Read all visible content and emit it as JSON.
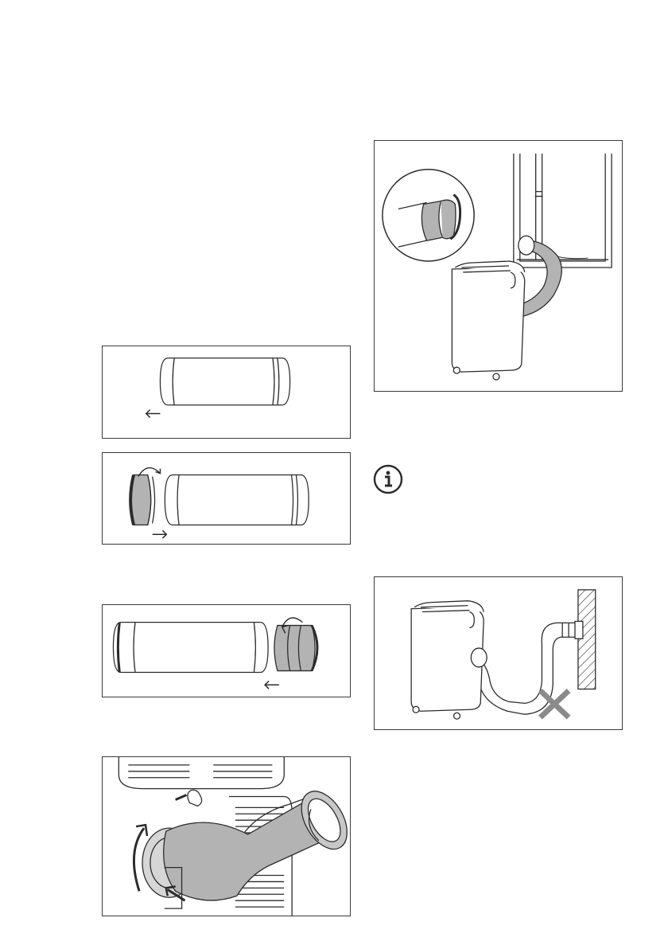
{
  "page": {
    "background": "#ffffff",
    "line_color": "#2b2b2b",
    "grey_fill": "#b3b3b3"
  },
  "figures": [
    {
      "id": "hose-bare",
      "icon": "arrow-left-icon"
    },
    {
      "id": "window-adapter-attach",
      "icon": "rotate-arrow-icon"
    },
    {
      "id": "unit-adapter-attach",
      "icon": "rotate-arrow-icon"
    },
    {
      "id": "hose-mount-on-unit",
      "icon": "rotate-arrow-icon"
    },
    {
      "id": "window-installation",
      "icon": "magnifier-detail"
    },
    {
      "id": "wall-installation-wrong",
      "icon": "cross-icon"
    }
  ],
  "info_icon": {
    "name": "info-icon",
    "color": "#2b2b2b"
  }
}
